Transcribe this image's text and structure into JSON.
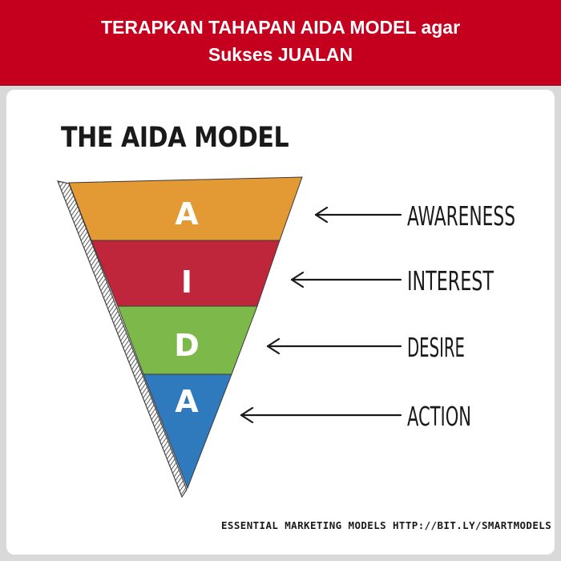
{
  "banner": {
    "line1": "TERAPKAN TAHAPAN AIDA MODEL agar",
    "line2": "Sukses JUALAN"
  },
  "card": {
    "title": "THE AIDA MODEL",
    "footer": "ESSENTIAL MARKETING MODELS HTTP://BIT.LY/SMARTMODELS"
  },
  "stages": [
    {
      "letter": "A",
      "label": "AWARENESS",
      "color": "#e39a35"
    },
    {
      "letter": "I",
      "label": "INTEREST",
      "color": "#c0263b"
    },
    {
      "letter": "D",
      "label": "DESIRE",
      "color": "#7db84a"
    },
    {
      "letter": "A",
      "label": "ACTION",
      "color": "#2f79bd"
    }
  ],
  "colors": {
    "banner": "#c4001e",
    "funnel_edge": "#444444"
  }
}
